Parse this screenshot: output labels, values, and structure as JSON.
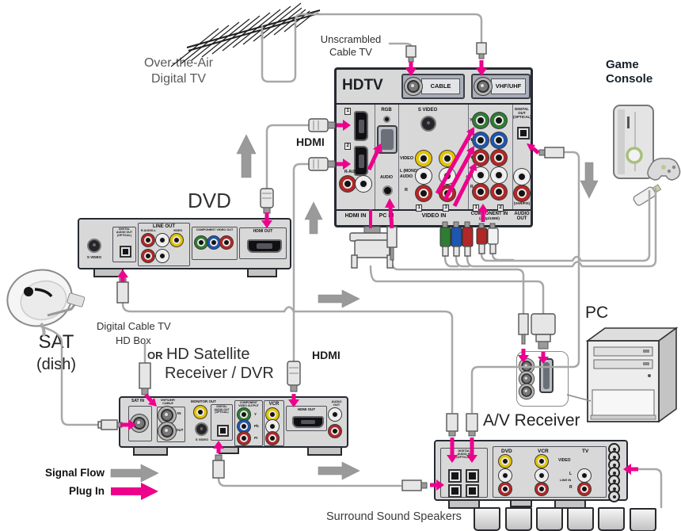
{
  "titles": {
    "ota1": "Over-the-Air",
    "ota2": "Digital TV",
    "uns1": "Unscrambled",
    "uns2": "Cable TV",
    "game1": "Game",
    "game2": "Console",
    "dvd": "DVD",
    "sat": "SAT",
    "dish": "(dish)",
    "digital_cable": "Digital Cable TV",
    "hd_box": "HD Box",
    "or": "OR",
    "hd_satellite": "HD Satellite",
    "receiver_dvr": "Receiver / DVR",
    "hdmi_upper": "HDMI",
    "hdmi_lower": "HDMI",
    "pc": "PC",
    "av_receiver": "A/V Receiver",
    "surround": "Surround Sound Speakers",
    "signal_flow": "Signal Flow",
    "plug_in": "Plug In"
  },
  "hdtv": {
    "name": "HDTV",
    "cable": "CABLE",
    "vhf": "VHF/UHF",
    "tag1": "1",
    "tag2": "2",
    "r_audio_l": "R-AUDIO-L",
    "rgb": "RGB",
    "audio_pc": "AUDIO",
    "s_video": "S VIDEO",
    "video": "VIDEO",
    "l_mono": "L (MONO)",
    "audio": "AUDIO",
    "r": "R",
    "y": "Y",
    "pb": "Pb",
    "pr": "Pr",
    "l2": "L",
    "audio2": "AUDIO",
    "r2": "R",
    "dout1": "DIGITAL OUT",
    "dout2": "(OPTICAL)",
    "var_fix": "(VAR/FIX)",
    "hdmi_in": "HDMI IN",
    "pc_in": "PC IN",
    "video_in": "VIDEO IN",
    "component_in": "COMPONENT IN",
    "component_res": "(480p/1080i)",
    "audio_out": "AUDIO OUT",
    "vtab1": "1",
    "vtab3": "3",
    "ctab1": "1",
    "ctab2": "2"
  },
  "dvd_player": {
    "s_video": "S VIDEO",
    "d1": "DIGITAL",
    "d2": "AUDIO OUT",
    "d3": "(OPTICAL)",
    "line_out": "LINE OUT",
    "r_audio_l": "R-AUDIO-L",
    "video": "VIDEO",
    "component": "COMPONENT VIDEO OUT",
    "hdmi_out": "HDMI OUT"
  },
  "receiver": {
    "sat_in": "SAT IN",
    "vhf1": "VHF/UHF/",
    "vhf2": "CABLE",
    "in": "IN",
    "out": "OUT",
    "monitor_out": "MONITOR OUT",
    "s_video": "S VIDEO",
    "d1": "DIGITAL",
    "d2": "AUDIO OUT",
    "d3": "(OPTICAL)",
    "comp1": "COMPONENT",
    "comp2": "VIDEO OUTPUT",
    "y": "Y",
    "pb": "Pb",
    "pr": "Pr",
    "vcr": "VCR",
    "hdmi_out": "HDMI OUT",
    "audio_out": "AUDIO OUT"
  },
  "av": {
    "d1": "DIGITAL",
    "d2": "AUDIO IN",
    "d3": "(OPTICAL)",
    "dvd": "DVD",
    "vcr": "VCR",
    "tv": "TV",
    "video": "VIDEO",
    "l": "L",
    "line_in": "LINE IN",
    "r": "R"
  },
  "colors": {
    "plug_in_pink": "#ec008c",
    "signal_flow_gray": "#9a9a9a"
  }
}
